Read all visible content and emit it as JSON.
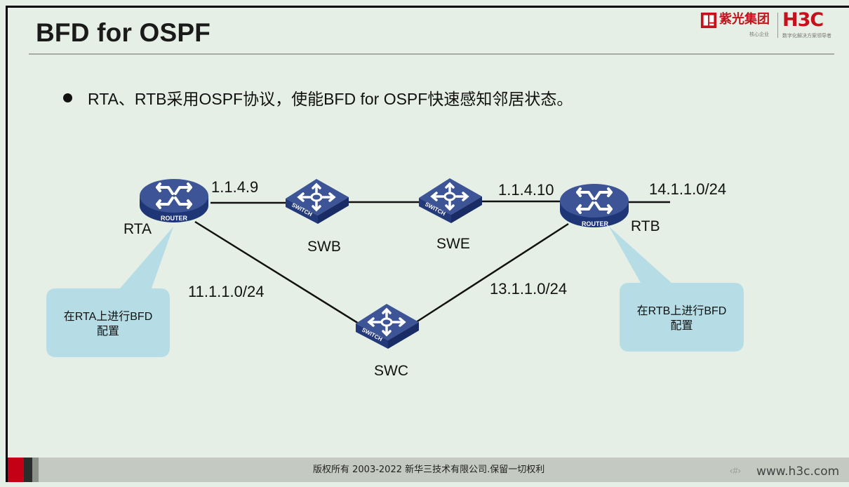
{
  "slide": {
    "title": "BFD for OSPF",
    "bullet": "RTA、RTB采用OSPF协议，使能BFD for OSPF快速感知邻居状态。"
  },
  "logo": {
    "cn_name": "紫光集团",
    "cn_sub": "核心企业",
    "brand": "H3C",
    "brand_sub": "数字化解决方案领导者",
    "brand_color": "#c4111c"
  },
  "diagram": {
    "nodes": {
      "rta": {
        "label": "RTA",
        "type": "router",
        "badge": "ROUTER"
      },
      "rtb": {
        "label": "RTB",
        "type": "router",
        "badge": "ROUTER"
      },
      "swb": {
        "label": "SWB",
        "type": "switch",
        "badge": "SWITCH"
      },
      "swe": {
        "label": "SWE",
        "type": "switch",
        "badge": "SWITCH"
      },
      "swc": {
        "label": "SWC",
        "type": "switch",
        "badge": "SWITCH"
      }
    },
    "links": {
      "rta_ip": "1.1.4.9",
      "rtb_ip": "1.1.4.10",
      "rtb_stub": "14.1.1.0/24",
      "rta_swc_net": "11.1.1.0/24",
      "rtb_swc_net": "13.1.1.0/24"
    },
    "callouts": {
      "rta_line1": "在RTA上进行BFD",
      "rta_line2": "配置",
      "rtb_line1": "在RTB上进行BFD",
      "rtb_line2": "配置",
      "fill_color": "#b6dde5"
    },
    "device_color": "#3d5596"
  },
  "footer": {
    "copyright": "版权所有 2003-2022 新华三技术有限公司.保留一切权利",
    "url": "www.h3c.com",
    "page_number": "‹#›"
  }
}
